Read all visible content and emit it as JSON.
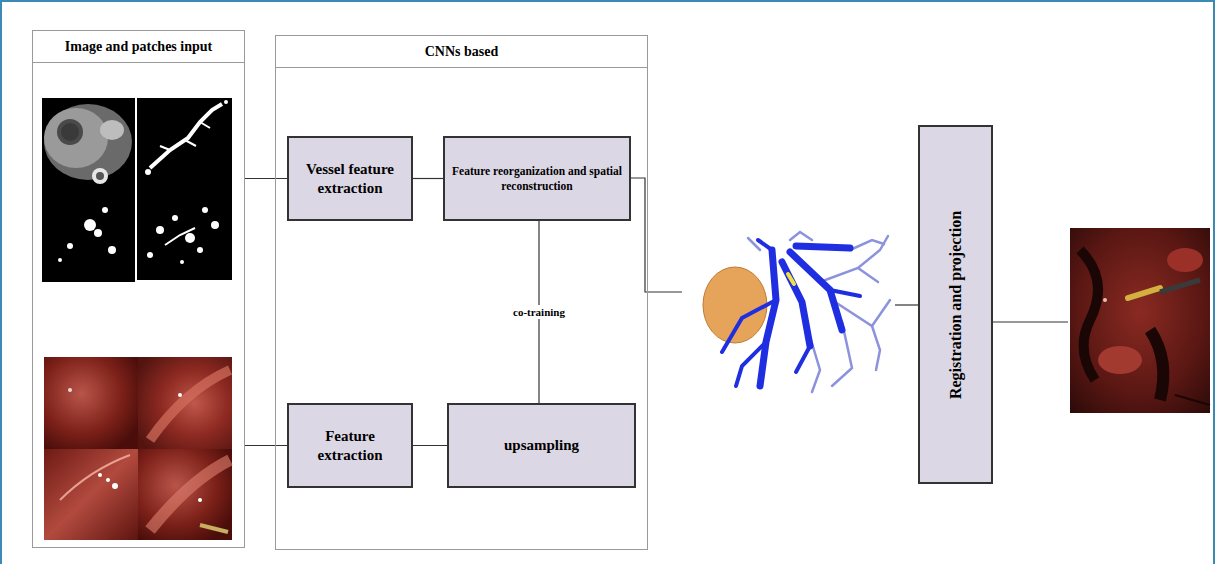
{
  "diagram": {
    "nodes": [
      {
        "text": [
          "Image and patches input"
        ]
      },
      {
        "text": [
          "CNNs based"
        ]
      },
      {
        "text": [
          "Vessel feature extraction"
        ],
        "in": 1
      },
      {
        "text": [
          "Feature reorganization and spatial reconstruction"
        ],
        "in": 1
      },
      {
        "text": [
          "Feature extraction"
        ],
        "in": 1
      },
      {
        "text": [
          "upsampling"
        ],
        "in": 1
      },
      {
        "text": [
          "Registration and projection"
        ]
      }
    ],
    "edges": [
      {
        "from": 0,
        "to": 2,
        "arrow": "none"
      },
      {
        "from": 0,
        "to": 4,
        "arrow": "none"
      },
      {
        "from": 2,
        "to": 3,
        "arrow": "none"
      },
      {
        "from": 4,
        "to": 5,
        "arrow": "none"
      },
      {
        "from": 3,
        "to": 5,
        "label": "co-training",
        "arrow": "none"
      }
    ]
  }
}
